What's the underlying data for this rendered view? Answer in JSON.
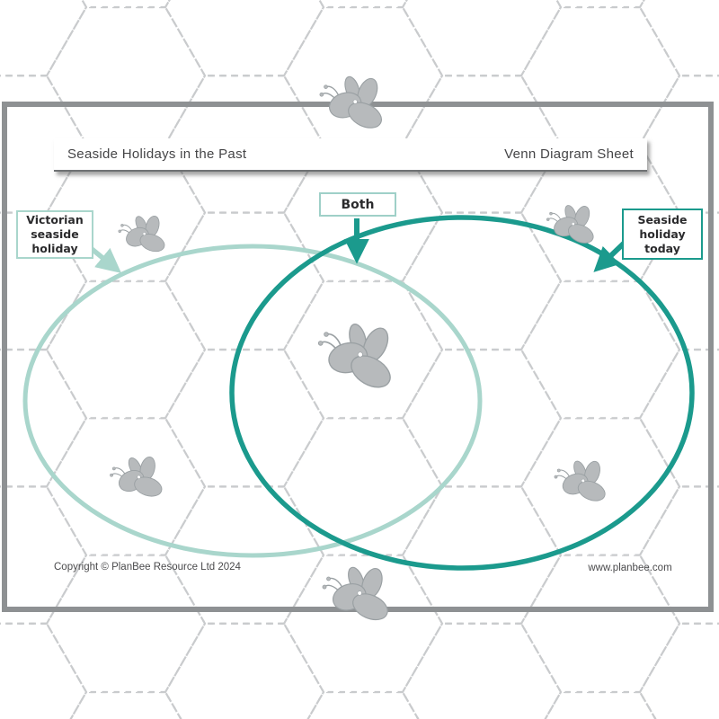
{
  "header": {
    "title": "Seaside Holidays in the Past",
    "sheet_type": "Venn Diagram Sheet"
  },
  "venn": {
    "left_label_lines": [
      "Victorian",
      "seaside",
      "holiday"
    ],
    "center_label": "Both",
    "right_label_lines": [
      "Seaside",
      "holiday",
      "today"
    ],
    "left_circle_name": "Victorian seaside holiday",
    "right_circle_name": "Seaside holiday today",
    "overlap_name": "Both"
  },
  "footer": {
    "copyright": "Copyright © PlanBee Resource Ltd 2024",
    "website": "www.planbee.com"
  },
  "decorations": {
    "bee_icon": "bee-illustration",
    "bee_count": 7,
    "background_pattern": "dashed-hexagon-honeycomb"
  },
  "colors": {
    "light_teal": "#a9d6cc",
    "dark_teal": "#1b9a8d",
    "bee_gray": "#b7babc",
    "bee_outline": "#9aa0a3",
    "hexagon_gray": "#c9cbcd",
    "frame_gray": "#8e9193",
    "text_dark": "#454547"
  }
}
